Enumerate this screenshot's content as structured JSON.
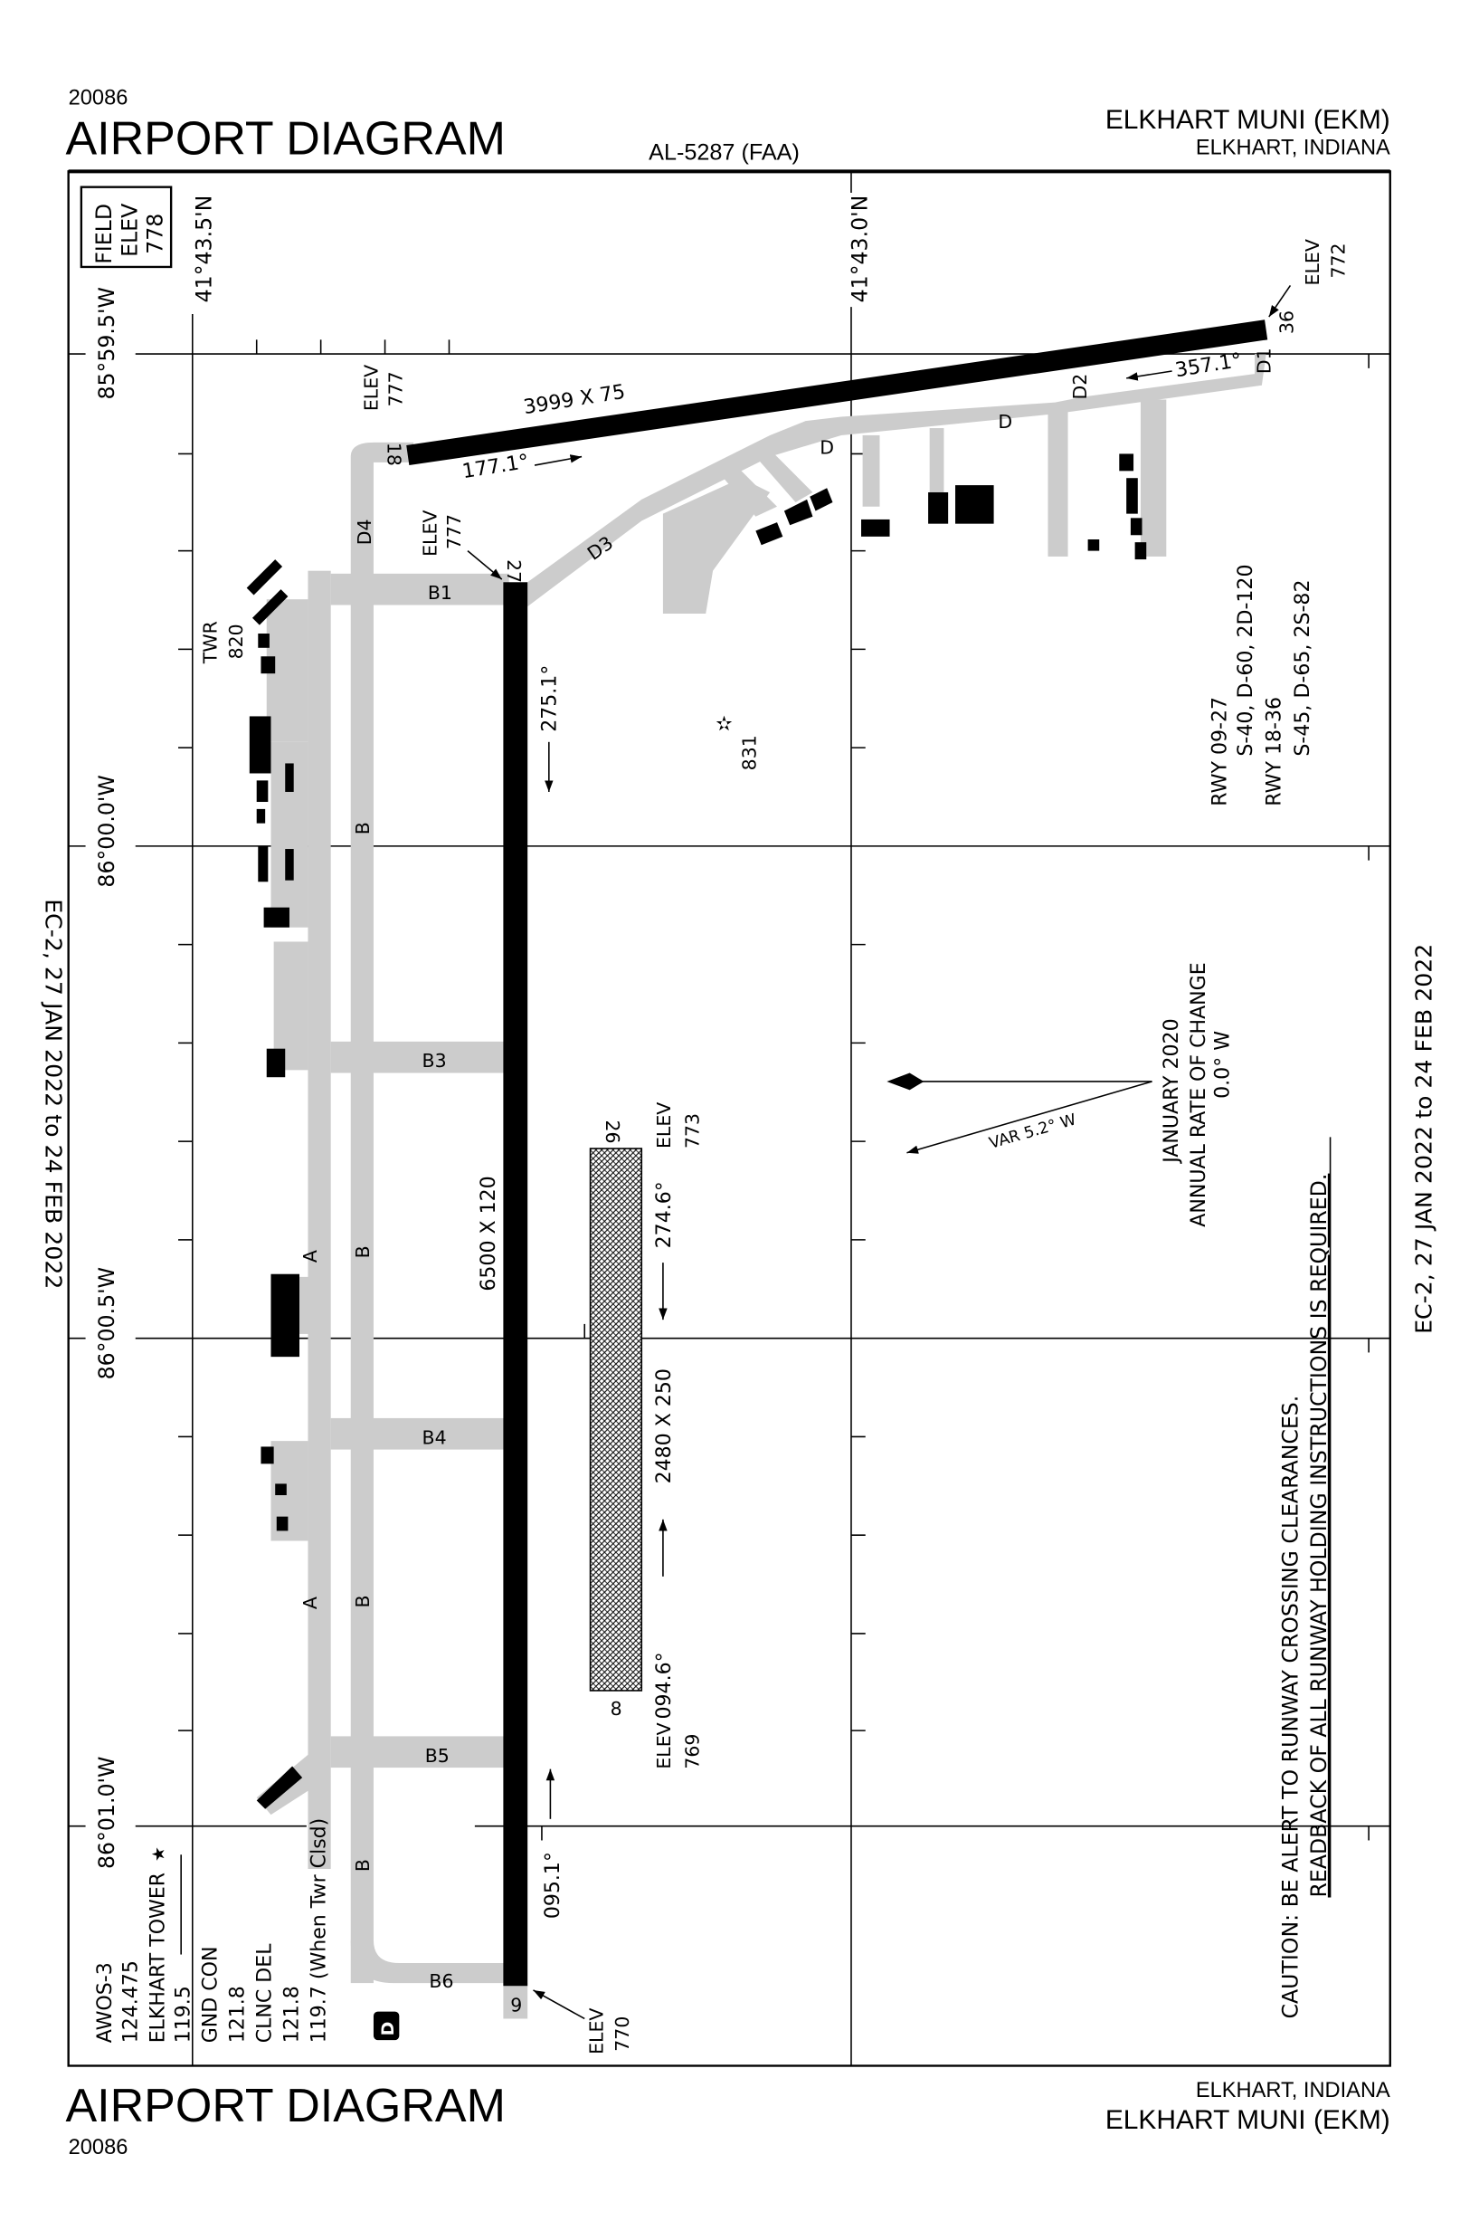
{
  "header": {
    "chart_number": "20086",
    "title": "AIRPORT DIAGRAM",
    "procedure_id": "AL-5287 (FAA)",
    "airport_name": "ELKHART MUNI (EKM)",
    "location": "ELKHART, INDIANA"
  },
  "footer": {
    "chart_number": "20086",
    "title": "AIRPORT DIAGRAM",
    "airport_name": "ELKHART MUNI (EKM)",
    "location": "ELKHART, INDIANA"
  },
  "effective_dates": {
    "left": "EC-2,  27 JAN 2022  to  24 FEB 2022",
    "right": "EC-2,  27 JAN 2022  to  24 FEB 2022"
  },
  "field_elev": {
    "line1": "FIELD",
    "line2": "ELEV",
    "value": "778"
  },
  "grid": {
    "lat_left": "41°43.5'N",
    "lat_right": "41°43.0'N",
    "lon": [
      "85°59.5'W",
      "86°00.0'W",
      "86°00.5'W",
      "86°01.0'W"
    ]
  },
  "runways": {
    "rwy_9_27": {
      "dims": "6500 X 120",
      "end_9": "9",
      "end_27": "27",
      "hdg_9": "095.1°",
      "hdg_27": "275.1°",
      "elev_9_label": "ELEV",
      "elev_9": "770",
      "elev_27_label": "ELEV",
      "elev_27": "777"
    },
    "rwy_18_36": {
      "dims": "3999 X 75",
      "end_18": "18",
      "end_36": "36",
      "hdg_18": "177.1°",
      "hdg_36": "357.1°",
      "elev_18_label": "ELEV",
      "elev_18": "777",
      "elev_36_label": "ELEV",
      "elev_36": "772"
    },
    "rwy_8_26": {
      "dims": "2480 X 250",
      "end_8": "8",
      "end_26": "26",
      "hdg_8": "094.6°",
      "hdg_26": "274.6°",
      "elev_8_label": "ELEV",
      "elev_8": "769",
      "elev_26_label": "ELEV",
      "elev_26": "773"
    }
  },
  "taxiways": [
    "A",
    "A",
    "B",
    "B",
    "B",
    "B",
    "B1",
    "B3",
    "B4",
    "B5",
    "B6",
    "D",
    "D",
    "D1",
    "D2",
    "D3",
    "D4"
  ],
  "tower": {
    "label": "TWR",
    "elev": "820"
  },
  "obstacle": {
    "elev": "831"
  },
  "strength": {
    "rwy1": "RWY 09-27",
    "rwy1_vals": "S-40, D-60, 2D-120",
    "rwy2": "RWY 18-36",
    "rwy2_vals": "S-45, D-65, 2S-82"
  },
  "magvar": {
    "var": "VAR 5.2° W",
    "date": "JANUARY 2020",
    "rate_label": "ANNUAL RATE OF CHANGE",
    "rate": "0.0° W"
  },
  "caution": {
    "line1": "CAUTION: BE ALERT TO RUNWAY CROSSING CLEARANCES.",
    "line2": "READBACK OF ALL RUNWAY HOLDING INSTRUCTIONS IS REQUIRED."
  },
  "comms": {
    "lines": [
      "AWOS-3",
      "124.475",
      "ELKHART TOWER",
      "119.5",
      "GND CON",
      "121.8",
      "CLNC DEL",
      "121.8",
      "119.7 (When Twr Clsd)"
    ],
    "tower_star": "★",
    "fuel_symbol": "D"
  }
}
